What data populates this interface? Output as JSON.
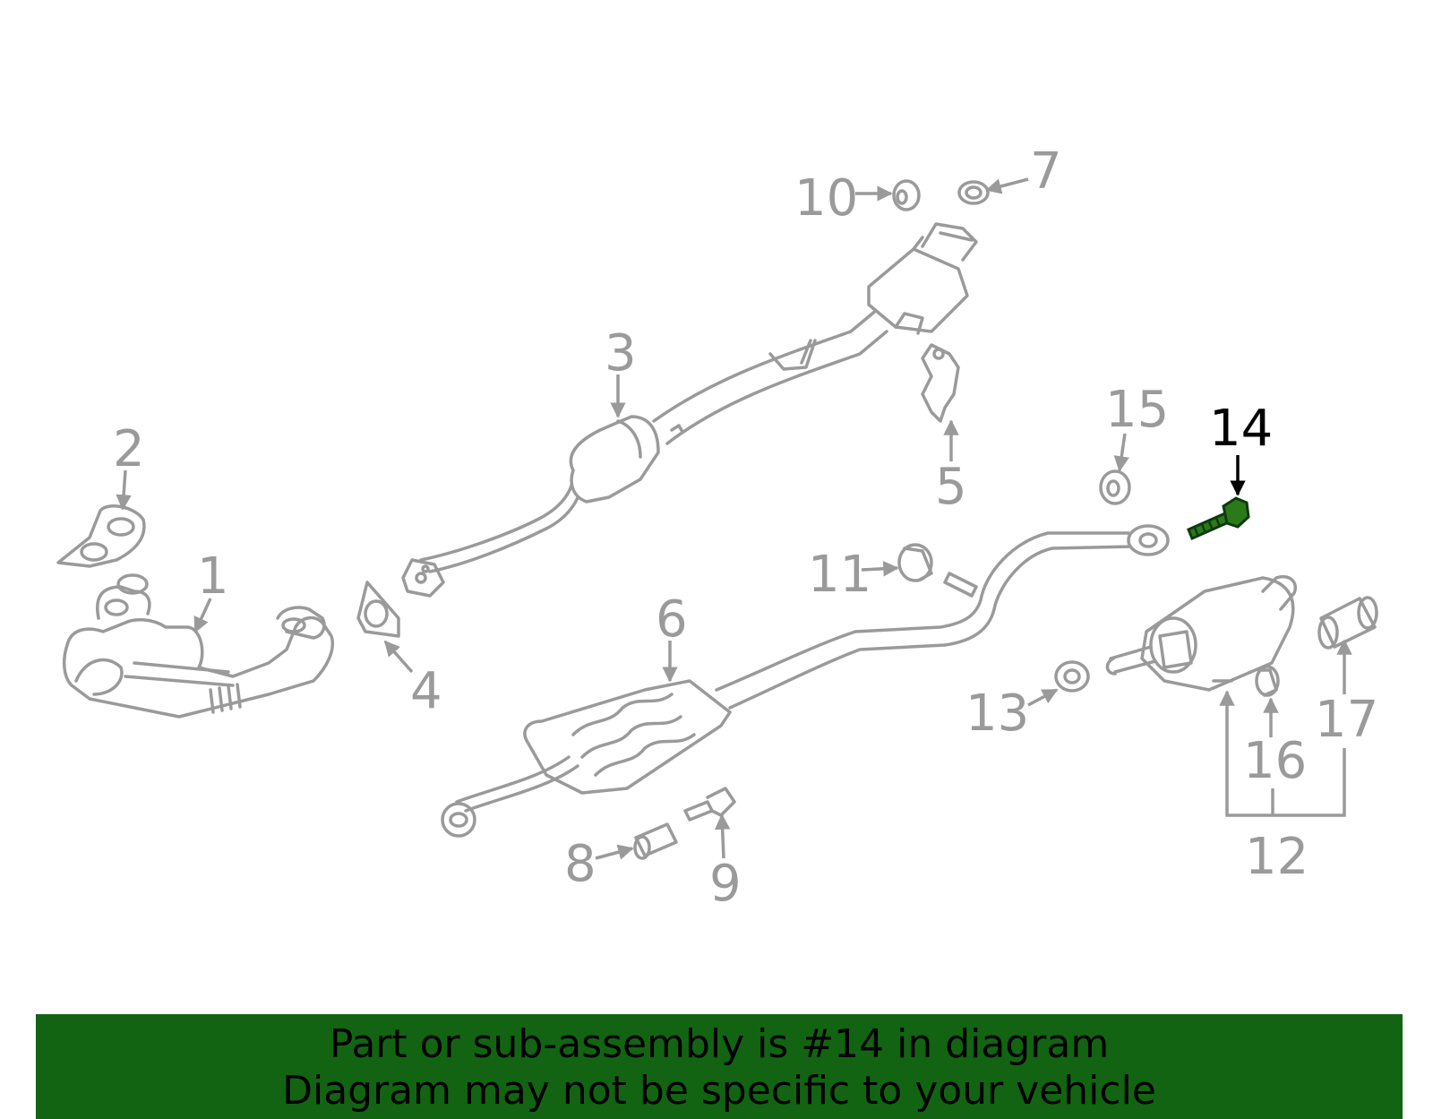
{
  "callouts": {
    "c1": "1",
    "c2": "2",
    "c3": "3",
    "c4": "4",
    "c5": "5",
    "c6": "6",
    "c7": "7",
    "c8": "8",
    "c9": "9",
    "c10": "10",
    "c11": "11",
    "c12": "12",
    "c13": "13",
    "c14": "14",
    "c15": "15",
    "c16": "16",
    "c17": "17"
  },
  "highlighted_part": "14",
  "colors": {
    "line": "#9a9a9a",
    "highlight_part": "#2a7a1a",
    "highlight_label": "#000000",
    "banner_bg": "#126412",
    "banner_text": "#000000"
  },
  "banner": {
    "line1": "Part or sub-assembly is #14 in diagram",
    "line2": "Diagram may not be specific to your vehicle"
  }
}
